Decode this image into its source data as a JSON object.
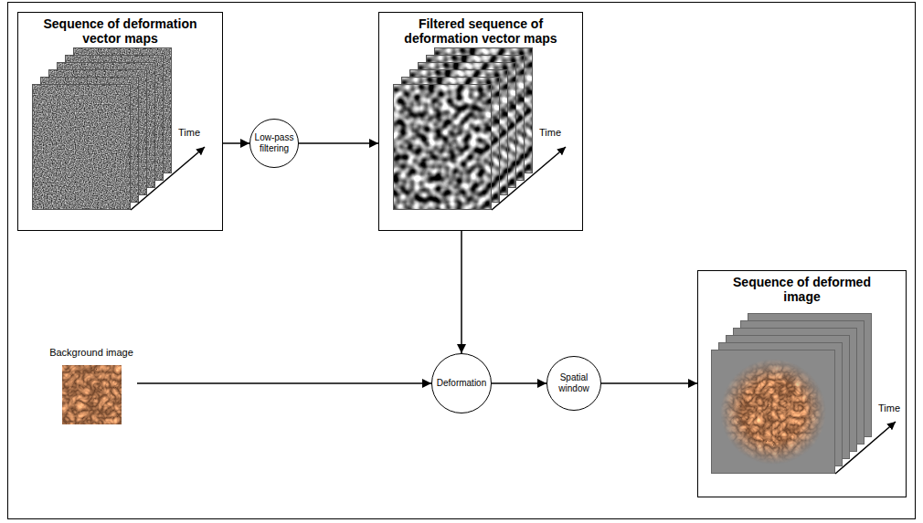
{
  "diagram": {
    "nodes": [
      {
        "text": [
          "Sequence of deformation vector maps",
          "Time"
        ]
      },
      {
        "text": [
          "Low-pass filtering"
        ]
      },
      {
        "text": [
          "Filtered sequence of deformation vector maps",
          "Time"
        ]
      },
      {
        "text": [
          "Background image"
        ]
      },
      {
        "text": [
          "Deformation"
        ]
      },
      {
        "text": [
          "Spatial window"
        ]
      },
      {
        "text": [
          "Sequence of deformed image",
          "Time"
        ]
      }
    ],
    "edges": [
      {
        "from": 0,
        "to": 1,
        "arrow": "to"
      },
      {
        "from": 1,
        "to": 2,
        "arrow": "to"
      },
      {
        "from": 2,
        "to": 4,
        "arrow": "to"
      },
      {
        "from": 3,
        "to": 4,
        "arrow": "to"
      },
      {
        "from": 4,
        "to": 5,
        "arrow": "to"
      },
      {
        "from": 5,
        "to": 6,
        "arrow": "to"
      }
    ]
  }
}
